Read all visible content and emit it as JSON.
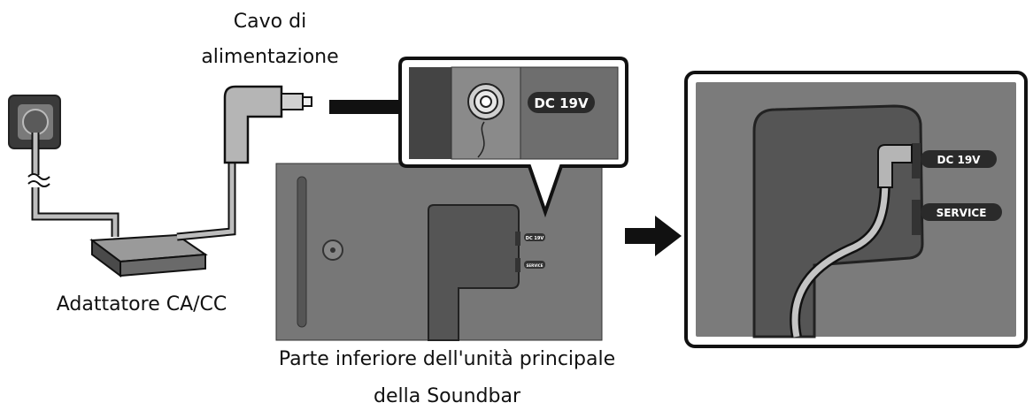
{
  "labels": {
    "cable": "Cavo di",
    "cable_line2": "alimentazione",
    "adapter": "Adattatore CA/CC",
    "bottom_line1": "Parte inferiore dell'unità principale",
    "bottom_line2": "della Soundbar"
  },
  "ports": {
    "dc": "DC 19V",
    "service": "SERVICE",
    "dc_small": "DC 19V",
    "service_small": "SERVICE"
  },
  "icons": {
    "outlet": "wall-outlet-icon",
    "adapter": "power-adapter-icon",
    "plug": "dc-plug-icon",
    "arrow": "right-arrow-icon"
  }
}
